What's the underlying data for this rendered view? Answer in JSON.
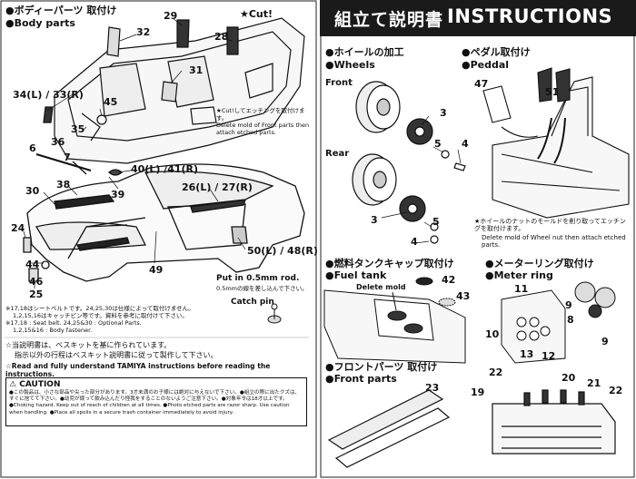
{
  "left": {
    "body_parts_jp": "●ボディーパーツ 取付け",
    "body_parts_en": "●Body parts",
    "cut_label": "★Cut!",
    "parts": {
      "p29": "29",
      "p32": "32",
      "p28": "28",
      "p31": "31",
      "p34_33": "34(L) / 33(R)",
      "p45": "45",
      "p35": "35",
      "p36": "36",
      "p6": "6",
      "p7": "7",
      "p40_41": "40(L) /41(R)",
      "p39": "39",
      "p26_27": "26(L) / 27(R)",
      "p30": "30",
      "p38": "38",
      "p24": "24",
      "p44": "44",
      "p46": "46",
      "p25": "25",
      "p49": "49",
      "p50_48": "50(L) / 48(R)"
    },
    "cut_note_jp": "★Cut!してエッチングを取付けます。",
    "cut_note_en": "Delete mold of Front parts then attach etched parts.",
    "rod_note_en": "Put in 0.5mm rod.",
    "rod_note_jp": "0.5mmの線を差し込んで下さい。",
    "catch_pin": "Catch pin",
    "seat_note_jp_1": "※17,18はシートベルトです。24,25,30は仕様によって取付けません。",
    "seat_note_jp_2": "1,2,15,16はキャッチピン等です。資料を参考に取付けて下さい。",
    "seat_note_en_1": "※17,18 : Seat belt. 24,25&30 : Optional Parts.",
    "seat_note_en_2": "1,2,15&16 : Body fastener.",
    "read_jp_1": "☆当説明書は、ベスキットを基に作られています。",
    "read_jp_2": "指示以外の行程はベスキット説明書に従って製作して下さい。",
    "read_en": "☆Read and fully understand TAMIYA instructions before reading the instructions.",
    "caution_title": "CAUTION",
    "caution_jp": "●この製品は、小さな部品や尖った部分があります。3才未満のお子様には絶対に与えないで下さい。●組立の際に出たクズは、すぐに捨てて下さい。●幼児が誤って飲み込んだり怪我をすることのないようご注意下さい。●対象年令は18才以上です。",
    "caution_en": "●Choking hazard. Keep out of reach of children at all times. ●Photo etched parts are razor sharp. Use caution when handling. ●Place all spoils in a secure trash container immediately to avoid injury."
  },
  "right": {
    "title_jp": "組立て説明書",
    "title_en": "INSTRUCTIONS",
    "wheels_jp": "●ホイールの加工",
    "wheels_en": "●Wheels",
    "pedal_jp": "●ペダル取付け",
    "pedal_en": "●Peddal",
    "front_label": "Front",
    "rear_label": "Rear",
    "parts": {
      "p51": "51",
      "p47": "47",
      "p3a": "3",
      "p5a": "5",
      "p4a": "4",
      "p3b": "3",
      "p5b": "5",
      "p4b": "4",
      "p42": "42",
      "p43": "43",
      "p11": "11",
      "p9a": "9",
      "p8": "8",
      "p9b": "9",
      "p10": "10",
      "p13": "13",
      "p12": "12",
      "p23": "23",
      "p22a": "22",
      "p20": "20",
      "p21": "21",
      "p22b": "22",
      "p19": "19"
    },
    "nut_note_jp": "★ホイールのナットのモールドを削り取ってエッチングを取付けます。",
    "nut_note_en": "Delete mold of Wheel nut then attach etched parts.",
    "fuel_jp": "●燃料タンクキャップ取付け",
    "fuel_en": "●Fuel tank",
    "delete_mold": "Delete mold",
    "meter_jp": "●メーターリング取付け",
    "meter_en": "●Meter ring",
    "frontparts_jp": "●フロントパーツ 取付け",
    "frontparts_en": "●Front parts"
  }
}
